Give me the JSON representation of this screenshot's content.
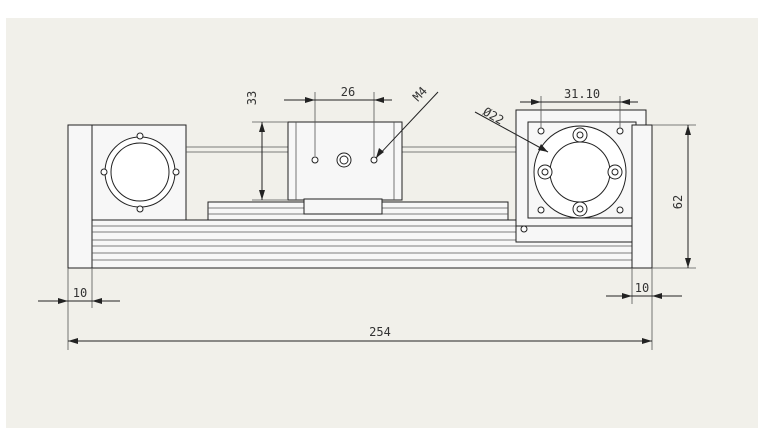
{
  "drawing": {
    "background_color": "#f1f0ea",
    "line_color": "#222222",
    "dimensions": {
      "carriage_height": "33",
      "hole_spacing": "26",
      "thread": "M4",
      "bore_diameter": "Ø22",
      "motor_hole_spacing": "31.10",
      "overall_height": "62",
      "left_end_width": "10",
      "right_end_width": "10",
      "overall_length": "254"
    }
  }
}
